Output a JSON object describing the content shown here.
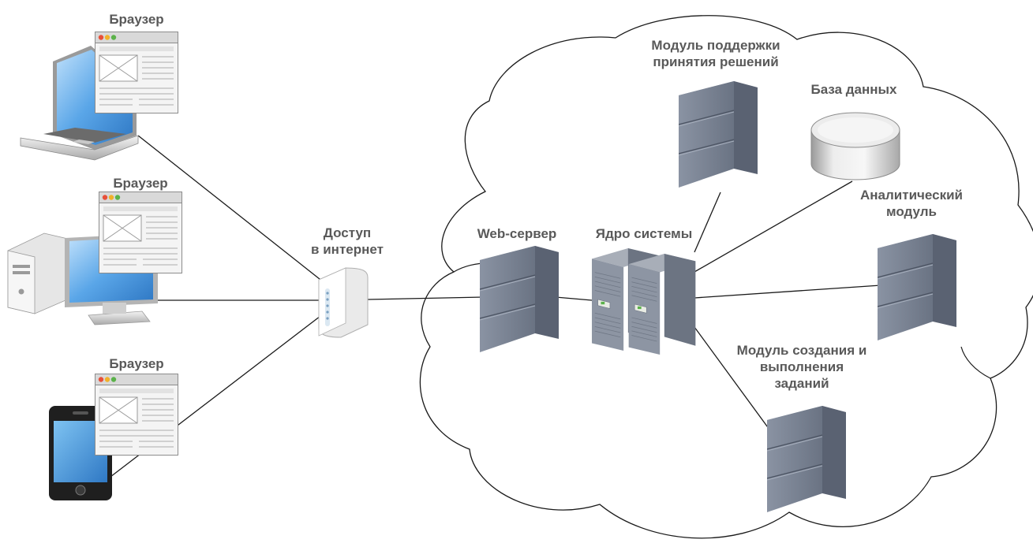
{
  "labels": {
    "browser_laptop": "Браузер",
    "browser_desktop": "Браузер",
    "browser_phone": "Браузер",
    "internet_line1": "Доступ",
    "internet_line2": "в интернет",
    "web_server": "Web-сервер",
    "core": "Ядро системы",
    "decision_line1": "Модуль поддержки",
    "decision_line2": "принятия решений",
    "database": "База данных",
    "analytic_line1": "Аналитический",
    "analytic_line2": "модуль",
    "tasks_line1": "Модуль создания и",
    "tasks_line2": "выполнения",
    "tasks_line3": "заданий"
  },
  "icons": {
    "laptop": "laptop-icon",
    "desktop": "desktop-computer-icon",
    "phone": "smartphone-icon",
    "browser": "browser-window-icon",
    "router": "router-icon",
    "server": "server-icon",
    "database": "database-icon",
    "cloud": "cloud-icon"
  },
  "colors": {
    "label": "#595959",
    "line": "#1a1a1a",
    "server": "#707a8c",
    "screen": "#5aa6e8"
  }
}
